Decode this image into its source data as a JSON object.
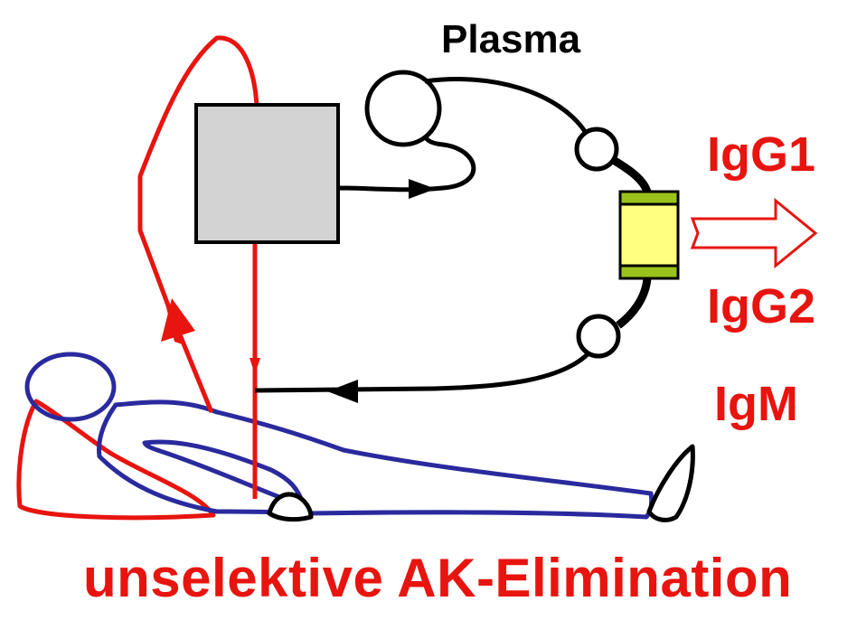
{
  "colors": {
    "red": "#e8140f",
    "black": "#000000",
    "blue": "#2a2a9e",
    "machine_fill": "#d3d3d3",
    "column_fill": "#ffff80",
    "column_band": "#9ac21c"
  },
  "labels": {
    "plasma": "Plasma",
    "igg1": "IgG1",
    "igg2": "IgG2",
    "igm": "IgM",
    "caption": "unselektive AK-Elimination"
  },
  "icons": {
    "patient": "reclining-patient-outline",
    "machine": "plasma-separator-box",
    "column": "adsorber-column",
    "removal": "hollow-arrow-right"
  }
}
